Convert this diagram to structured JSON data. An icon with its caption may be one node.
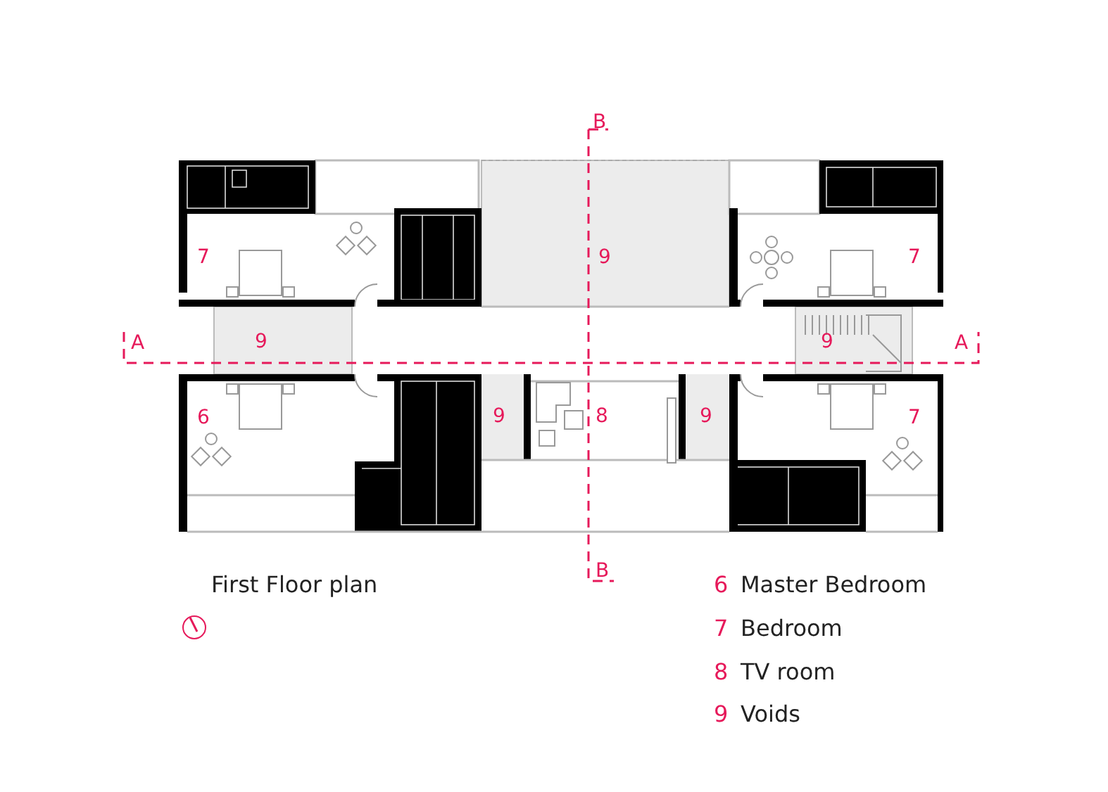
{
  "diagram": {
    "title": "First Floor plan",
    "labels": [
      "B",
      "7",
      "9",
      "7",
      "A",
      "9",
      "9",
      "A",
      "6",
      "9",
      "8",
      "9",
      "7",
      "B",
      "6",
      "Master Bedroom",
      "7",
      "Bedroom",
      "8",
      "TV room",
      "9",
      "Voids"
    ]
  }
}
